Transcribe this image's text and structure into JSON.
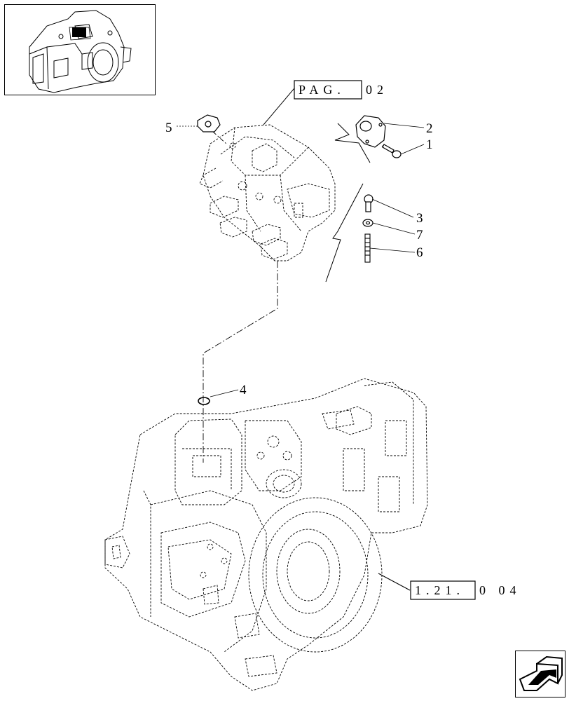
{
  "thumbnail": {
    "icon": "transmission-housing-thumbnail-icon"
  },
  "callouts": [
    {
      "id": "c5",
      "text": "5"
    },
    {
      "id": "c2",
      "text": "2"
    },
    {
      "id": "c1",
      "text": "1"
    },
    {
      "id": "c3",
      "text": "3"
    },
    {
      "id": "c7",
      "text": "7"
    },
    {
      "id": "c6",
      "text": "6"
    },
    {
      "id": "c4",
      "text": "4"
    }
  ],
  "references": {
    "page_ref": {
      "boxed": "PAG.",
      "suffix": "02"
    },
    "group_ref": {
      "boxed": "1.21.",
      "suffix": "0 04"
    }
  },
  "nav": {
    "icon": "next-page-arrow-icon"
  },
  "colors": {
    "line": "#000000",
    "background": "#ffffff"
  }
}
